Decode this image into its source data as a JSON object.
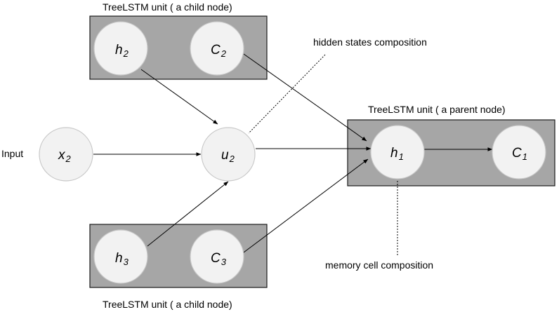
{
  "units": {
    "child_top": {
      "caption": "TreeLSTM unit  ( a child node)"
    },
    "parent": {
      "caption": "TreeLSTM unit  ( a parent node)"
    },
    "child_bottom": {
      "caption": "TreeLSTM unit  ( a child node)"
    }
  },
  "nodes": {
    "h2": {
      "main": "h",
      "sub": "2"
    },
    "c2": {
      "main": "C",
      "sub": "2"
    },
    "x2": {
      "main": "x",
      "sub": "2"
    },
    "u2": {
      "main": "u",
      "sub": "2"
    },
    "h1": {
      "main": "h",
      "sub": "1"
    },
    "c1": {
      "main": "C",
      "sub": "1"
    },
    "h3": {
      "main": "h",
      "sub": "3"
    },
    "c3": {
      "main": "C",
      "sub": "3"
    }
  },
  "labels": {
    "input": "Input",
    "hidden_states": "hidden states composition",
    "memory_cell": "memory cell composition"
  },
  "colors": {
    "box_fill": "#a6a6a6",
    "node_fill": "#f2f2f2"
  }
}
